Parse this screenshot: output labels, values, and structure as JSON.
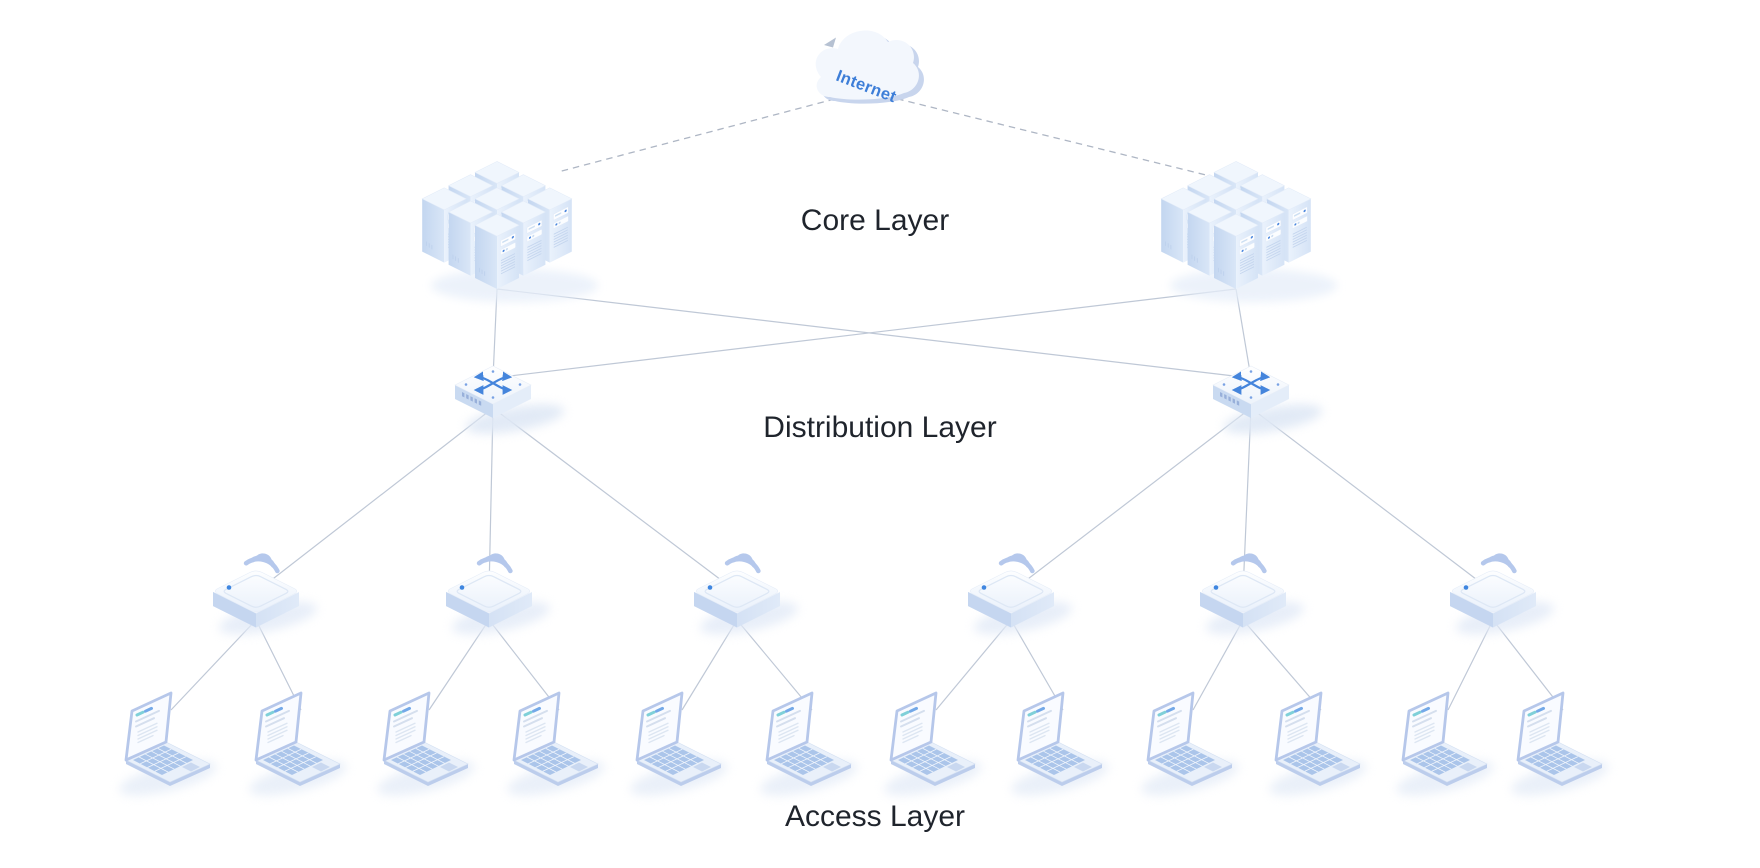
{
  "diagram": {
    "cloud_label": "Internet",
    "labels": {
      "core": "Core Layer",
      "distribution": "Distribution Layer",
      "access": "Access Layer"
    },
    "inventory": {
      "internet_cloud": 1,
      "core_server_clusters": 2,
      "servers_per_cluster": 9,
      "distribution_switches": 2,
      "wireless_access_points": 6,
      "laptops": 12
    },
    "connections": {
      "cloud_to_core_clusters": "dashed",
      "core_clusters_to_switches": "full mesh, solid",
      "switches_to_access_points": "3 per switch, solid",
      "access_points_to_laptops": "2 per access point, solid"
    },
    "colors": {
      "background": "#ffffff",
      "device_light": "#eef3fb",
      "device_shade": "#c7d7f0",
      "accent_blue": "#4585dc",
      "solid_line": "#bfc8d6",
      "dashed_line": "#aeb6c4",
      "label_text": "#1f242c",
      "cloud_text": "#3d7ed8"
    }
  }
}
